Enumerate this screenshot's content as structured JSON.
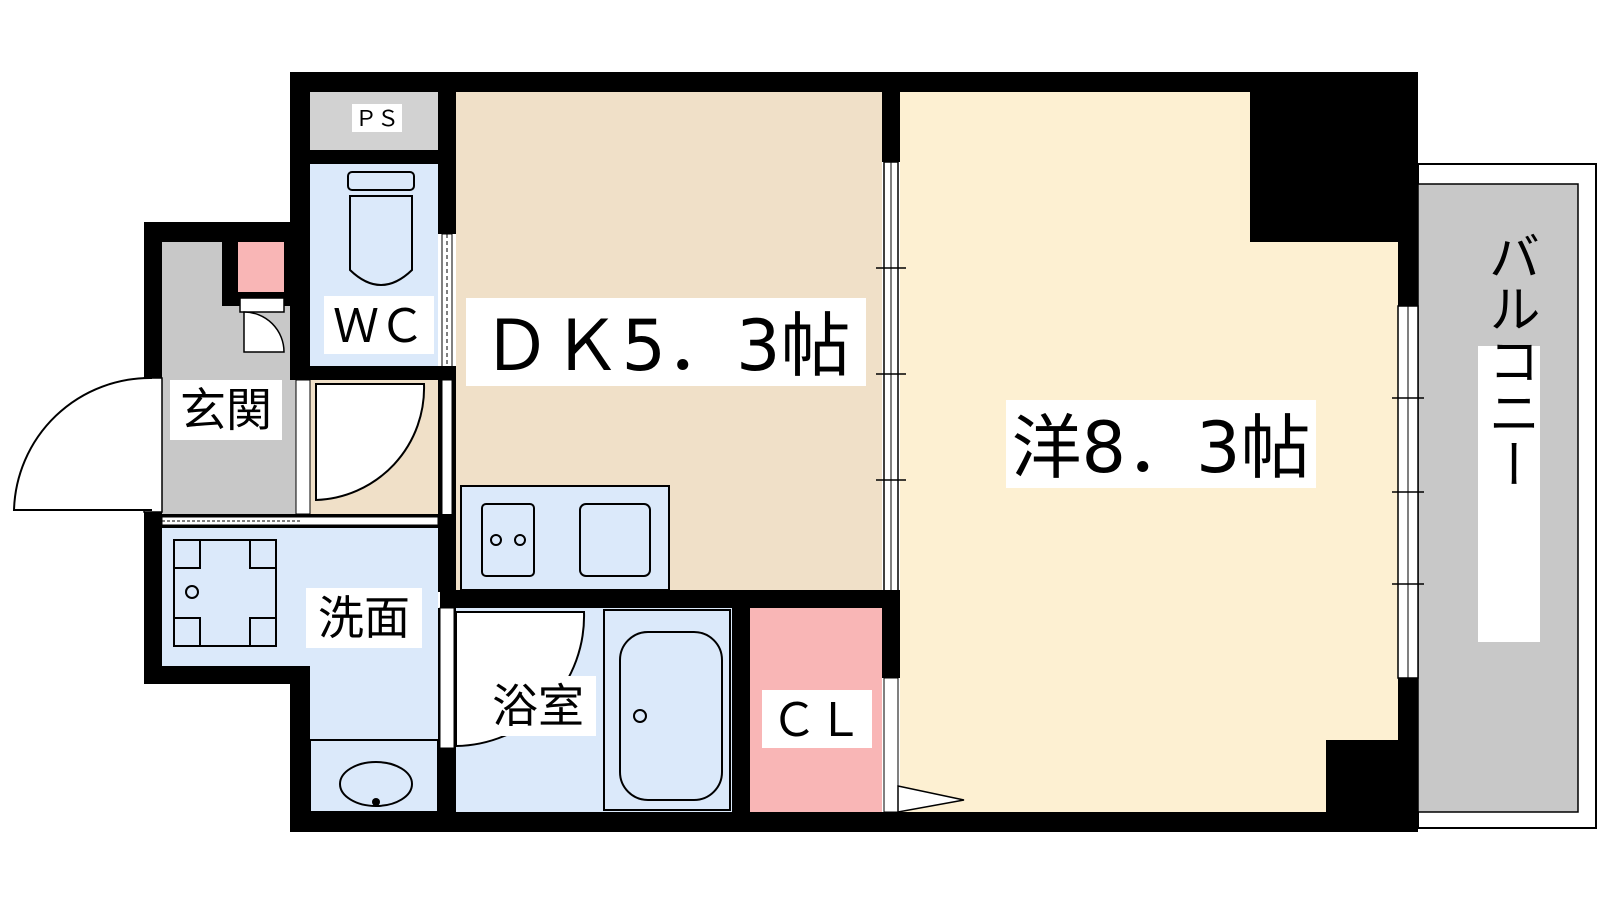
{
  "plan": {
    "rooms": {
      "ps": "ＰＳ",
      "wc": "ＷＣ",
      "dk": "ＤＫ5．3帖",
      "western": "洋8．3帖",
      "entrance": "玄関",
      "washroom": "洗面",
      "bathroom": "浴室",
      "closet": "ＣＬ",
      "balcony": "バルコニー"
    },
    "colors": {
      "wall": "#000000",
      "dk_floor": "#f0e0c8",
      "western_floor": "#fdf0d2",
      "wet_area": "#dbe9fa",
      "entrance_floor": "#c8c8c8",
      "closet": "#f9b6b6",
      "balcony": "#c8c8c8",
      "ps": "#d2d2d2"
    }
  }
}
